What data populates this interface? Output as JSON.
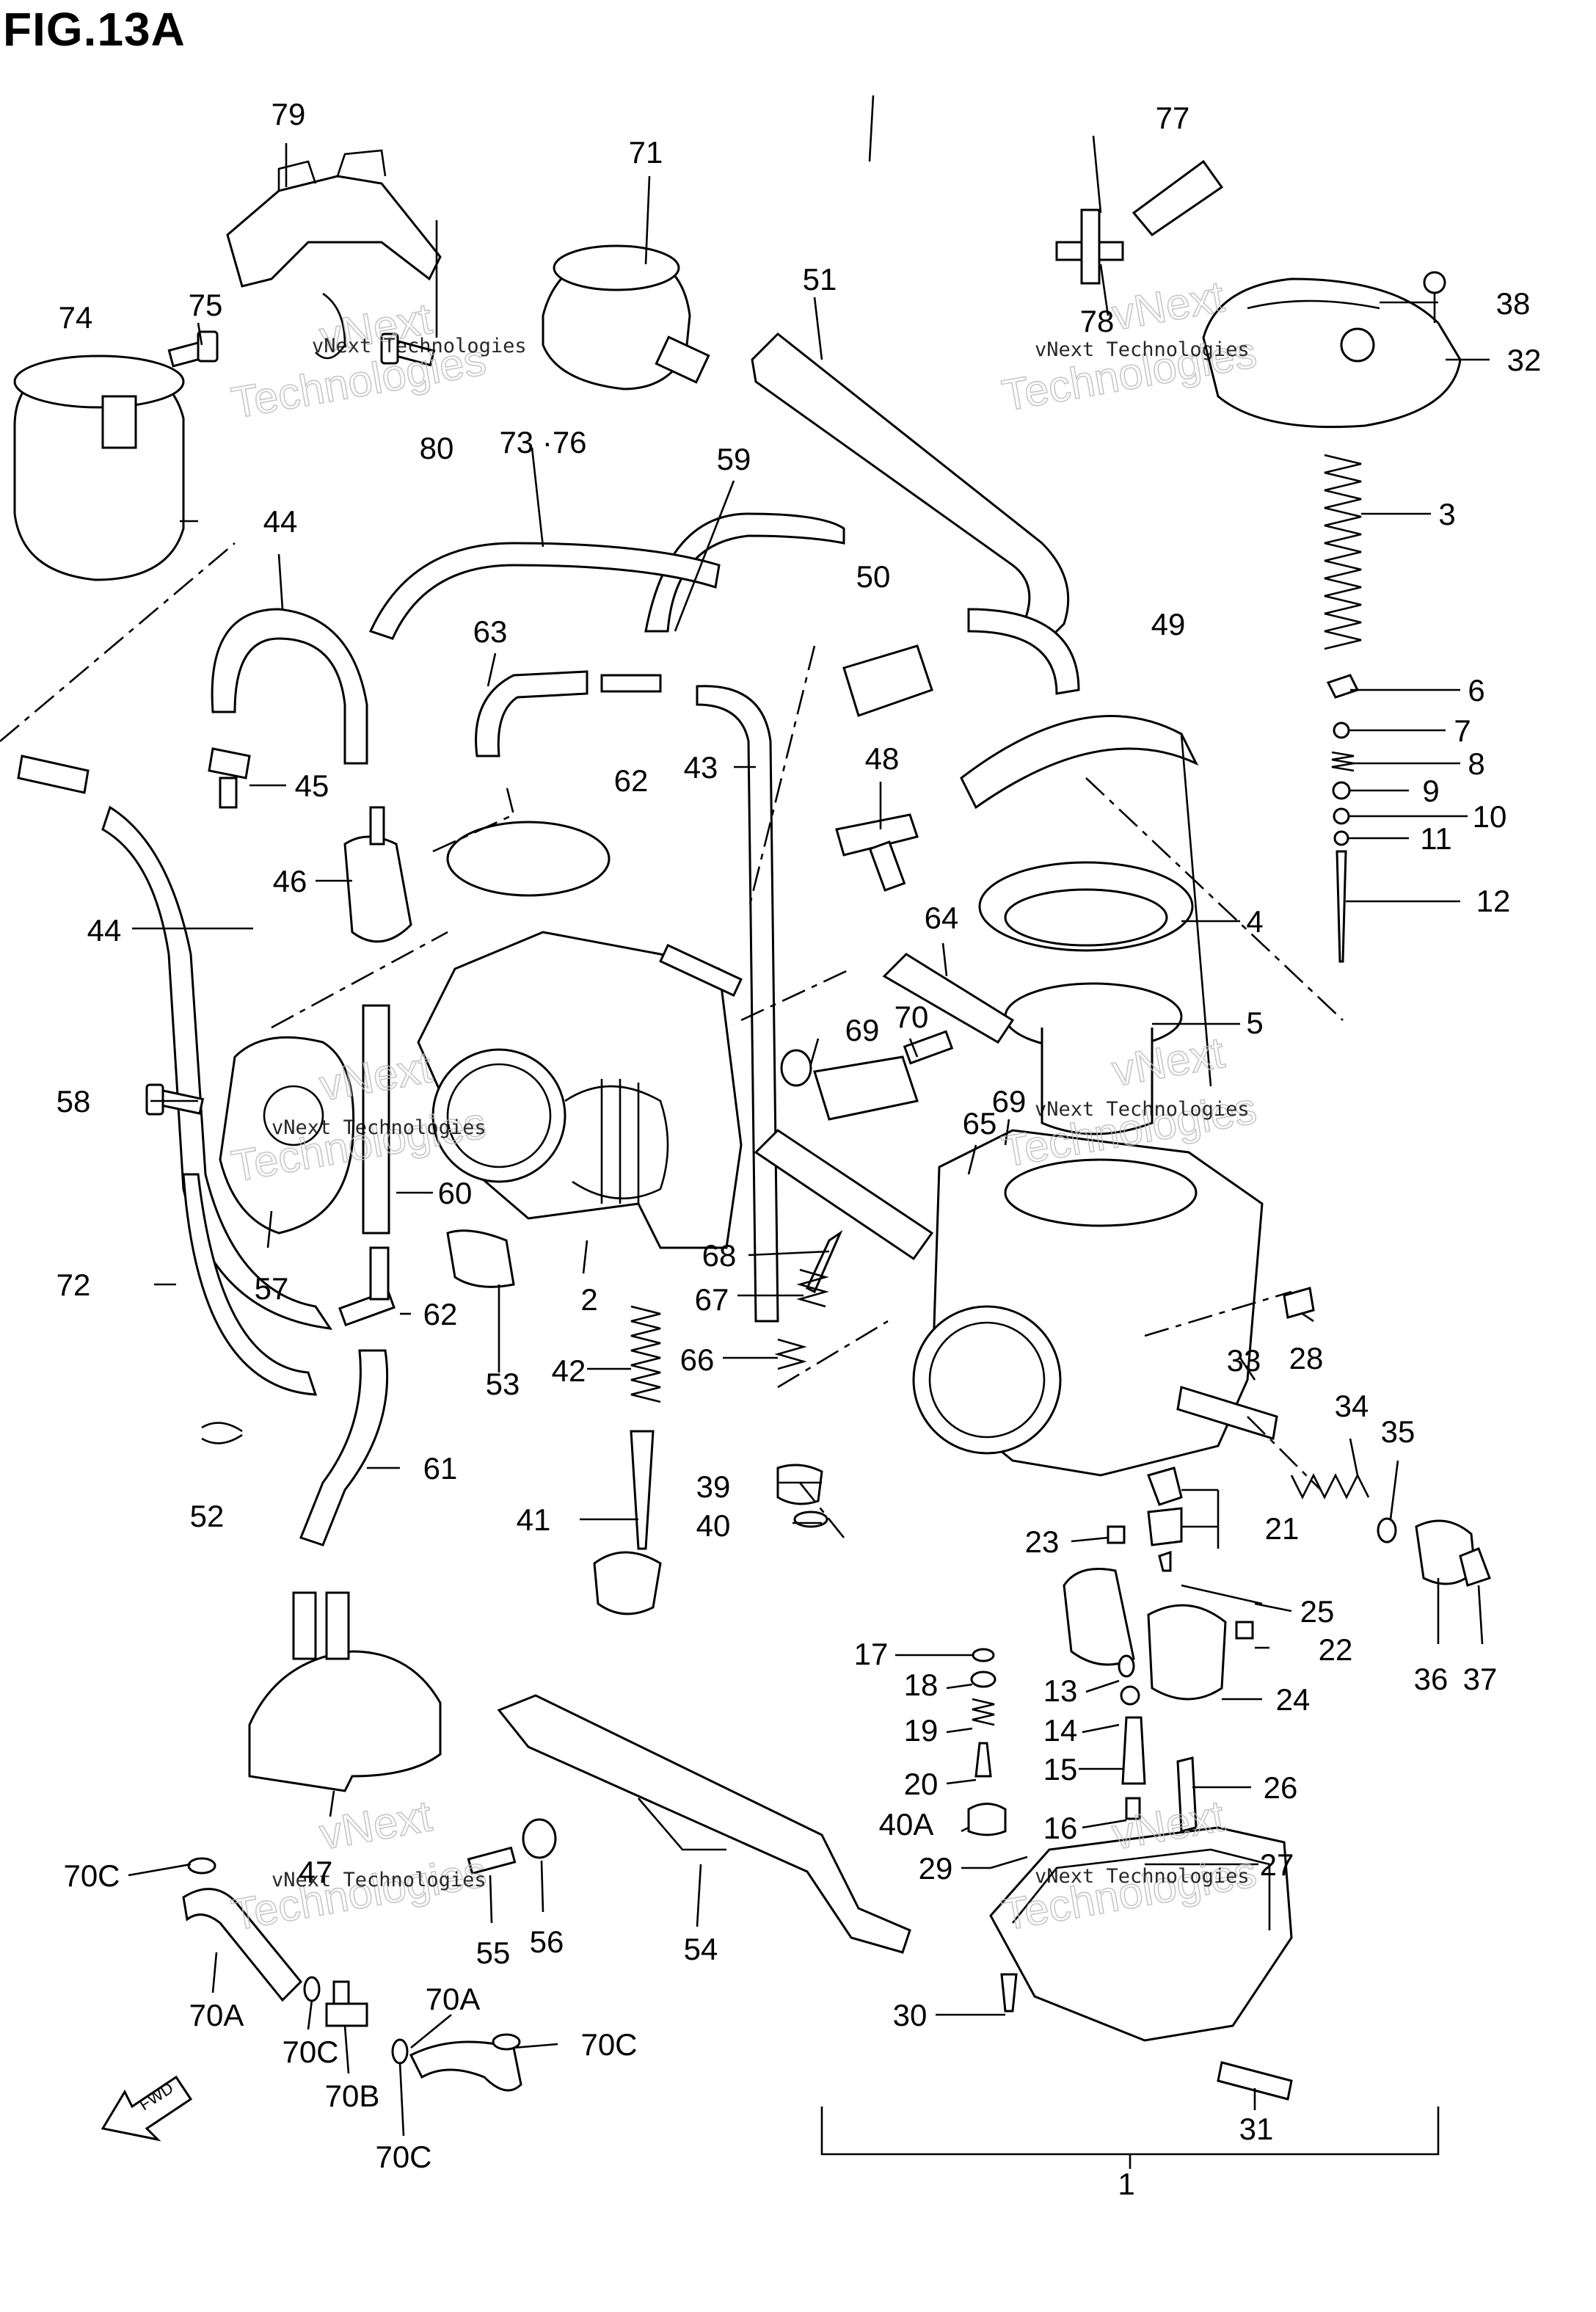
{
  "title": "FIG.13A",
  "watermark": {
    "text": "vNext Technologies",
    "line1": "vNext",
    "line2": "Technologies"
  },
  "labels": {
    "l1": "1",
    "l2": "2",
    "l3": "3",
    "l4": "4",
    "l5": "5",
    "l6": "6",
    "l7": "7",
    "l8": "8",
    "l9": "9",
    "l10": "10",
    "l11": "11",
    "l12": "12",
    "l13": "13",
    "l14": "14",
    "l15": "15",
    "l16": "16",
    "l17": "17",
    "l18": "18",
    "l19": "19",
    "l20": "20",
    "l21": "21",
    "l22": "22",
    "l23": "23",
    "l24": "24",
    "l25": "25",
    "l26": "26",
    "l27": "27",
    "l28": "28",
    "l29": "29",
    "l30": "30",
    "l31": "31",
    "l32": "32",
    "l33": "33",
    "l34": "34",
    "l35": "35",
    "l36": "36",
    "l37": "37",
    "l38": "38",
    "l39": "39",
    "l40": "40",
    "l40A": "40A",
    "l41": "41",
    "l42": "42",
    "l43": "43",
    "l44a": "44",
    "l44b": "44",
    "l45": "45",
    "l46": "46",
    "l47": "47",
    "l48": "48",
    "l49": "49",
    "l50": "50",
    "l51": "51",
    "l52": "52",
    "l53": "53",
    "l54": "54",
    "l55": "55",
    "l56": "56",
    "l57": "57",
    "l58": "58",
    "l59": "59",
    "l60": "60",
    "l61": "61",
    "l62a": "62",
    "l62b": "62",
    "l63": "63",
    "l64": "64",
    "l65": "65",
    "l66": "66",
    "l67": "67",
    "l68": "68",
    "l69a": "69",
    "l69b": "69",
    "l70": "70",
    "l70A1": "70A",
    "l70A2": "70A",
    "l70B": "70B",
    "l70C1": "70C",
    "l70C2": "70C",
    "l70C3": "70C",
    "l70C4": "70C",
    "l71": "71",
    "l72": "72",
    "l7376": "73 ·76",
    "l74": "74",
    "l75": "75",
    "l77": "77",
    "l78": "78",
    "l79": "79",
    "l80": "80"
  },
  "fwd_label": "FWD"
}
